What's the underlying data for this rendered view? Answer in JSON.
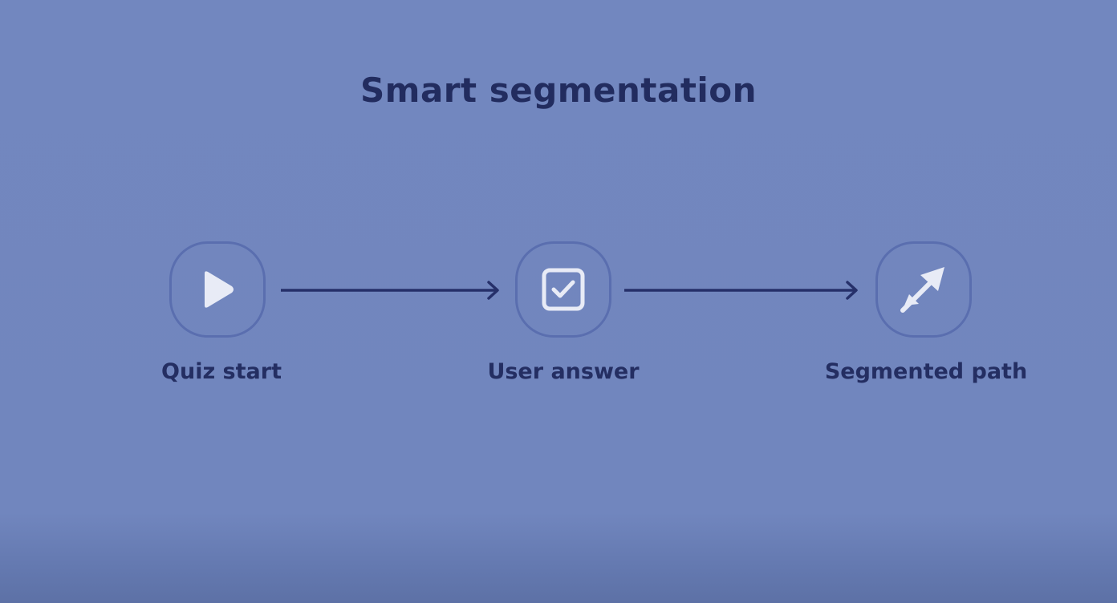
{
  "title": "Smart segmentation",
  "steps": [
    {
      "label": "Quiz start",
      "icon": "play-icon"
    },
    {
      "label": "User answer",
      "icon": "checkbox-icon"
    },
    {
      "label": "Segmented path",
      "icon": "diagonal-arrow-icon"
    }
  ],
  "colors": {
    "background": "#7186be",
    "text": "#222c5f",
    "icon": "#e8ebf6",
    "arrow": "#26306a"
  }
}
